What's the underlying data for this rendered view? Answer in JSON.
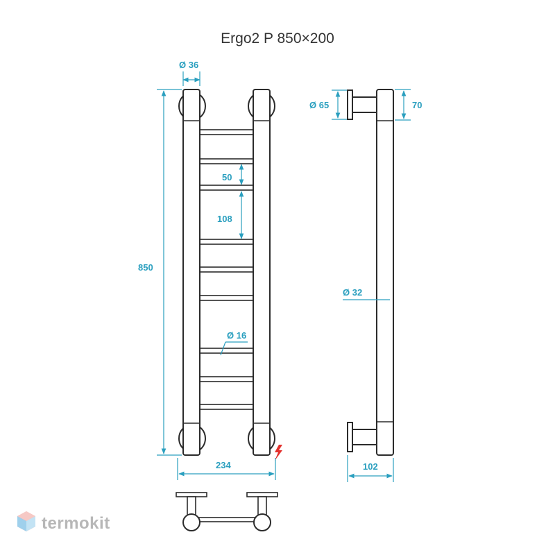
{
  "title": "Ergo2 P 850×200",
  "colors": {
    "dimension": "#2a9fbf",
    "outline": "#2b2b2b",
    "accent_red": "#e3312d",
    "logo_gray": "#b7b7b7"
  },
  "dimensions": {
    "collar_diameter": "Ø 36",
    "height": "850",
    "rung_gap": "50",
    "rung_pitch": "108",
    "rung_diameter": "Ø 16",
    "width": "234",
    "mount_diameter": "Ø 65",
    "mount_height": "70",
    "tube_diameter": "Ø 32",
    "depth": "102"
  },
  "icons": {
    "electric": "lightning-bolt-icon",
    "logo": "termokit-cube-icon"
  },
  "brand": {
    "name": "termokit"
  }
}
